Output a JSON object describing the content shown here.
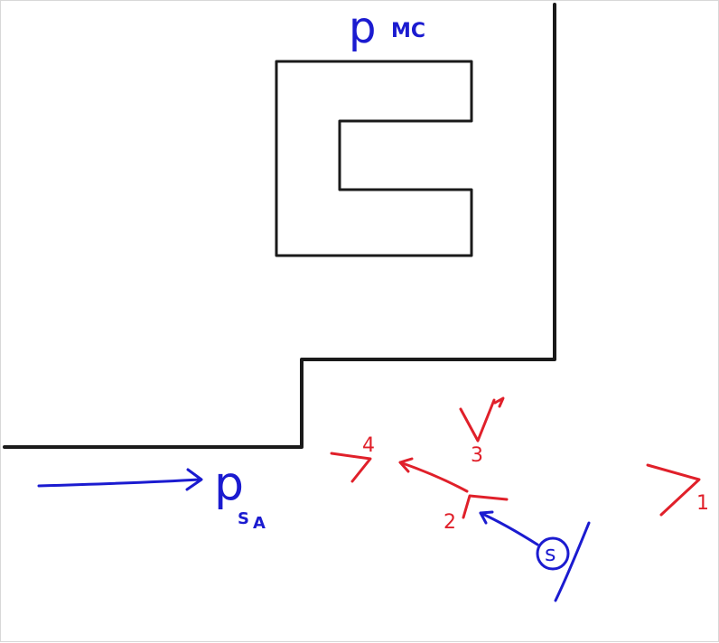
{
  "colors": {
    "walls": "#1a1a1a",
    "blue": "#1b1bd0",
    "red": "#e0202a"
  },
  "labels": {
    "mc_letter": "p",
    "mc_sub": "MC",
    "sa_letter": "p",
    "sa_sub1": "S",
    "sa_sub2": "A",
    "source": "s",
    "marker1": "1",
    "marker2": "2",
    "marker3": "3",
    "marker4": "4"
  }
}
